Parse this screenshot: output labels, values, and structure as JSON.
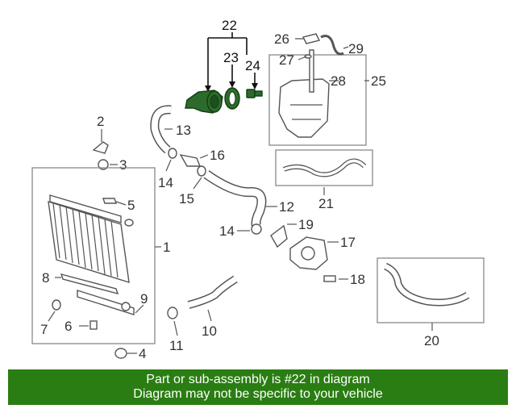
{
  "diagram": {
    "highlighted_part": "22",
    "callouts": {
      "c22": "22",
      "c23": "23",
      "c24": "24",
      "c26": "26",
      "c27": "27",
      "c28": "28",
      "c29": "29",
      "c25": "25",
      "c2": "2",
      "c13": "13",
      "c3": "3",
      "c16": "16",
      "c14a": "14",
      "c15": "15",
      "c21": "21",
      "c5": "5",
      "c12": "12",
      "c1": "1",
      "c19": "19",
      "c14b": "14",
      "c17": "17",
      "c8": "8",
      "c18": "18",
      "c9": "9",
      "c10": "10",
      "c7": "7",
      "c6": "6",
      "c11": "11",
      "c20": "20",
      "c4": "4"
    },
    "colors": {
      "highlight": "#2d6b2d",
      "banner": "#2a7d12",
      "line": "#555555"
    }
  },
  "footer": {
    "line1": "Part or sub-assembly is #22 in diagram",
    "line2": "Diagram may not be specific to your vehicle"
  }
}
